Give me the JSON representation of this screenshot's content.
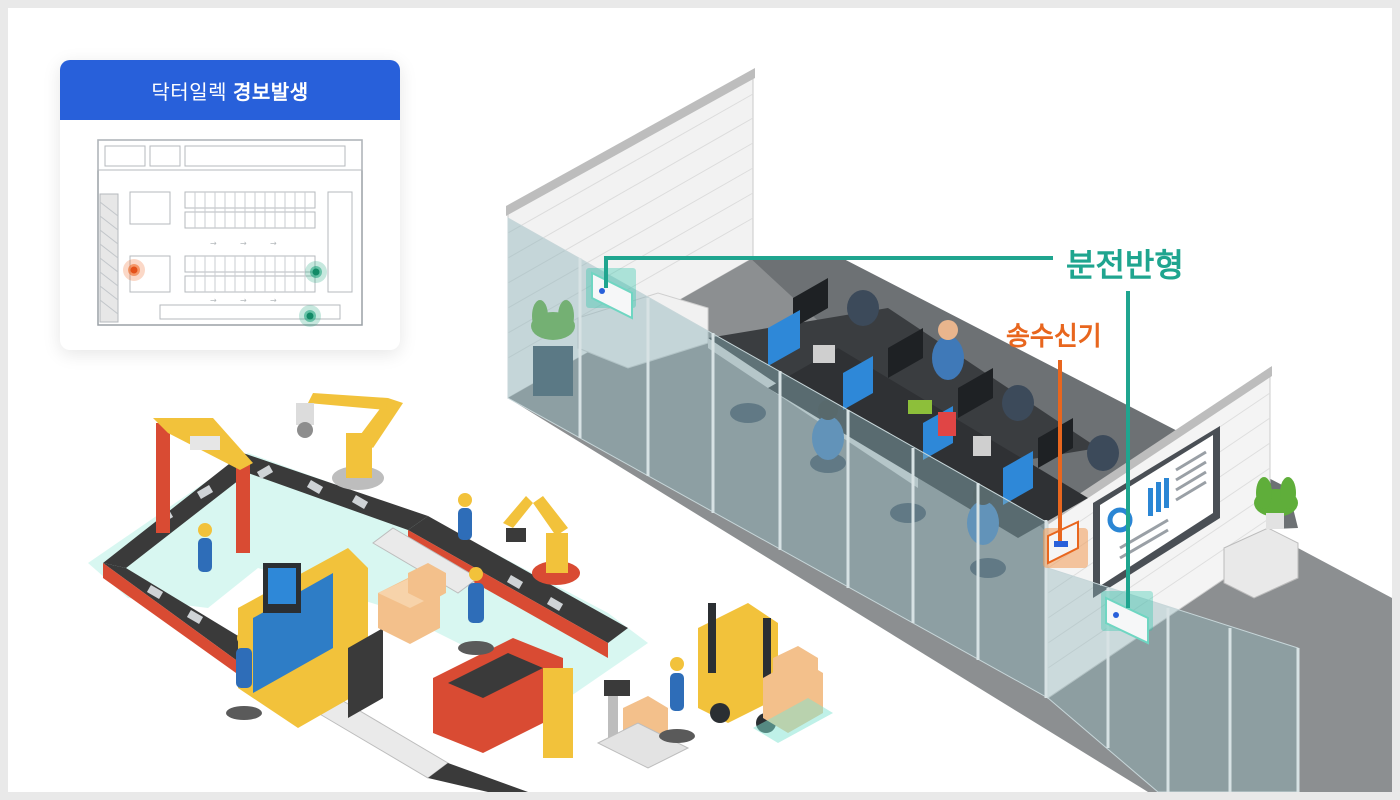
{
  "alert_card": {
    "title_normal": "닥터일렉",
    "title_bold": "경보발생",
    "map_icon": "floor-plan-map",
    "alarm_color": "#f0641e",
    "normal_color": "#1aa37a"
  },
  "labels": {
    "distributed_type": "분전반형",
    "transmitter": "송수신기"
  },
  "colors": {
    "header_blue": "#2860da",
    "teal": "#1fa58f",
    "orange": "#e8661e"
  },
  "icons": [
    "floor-plan-map",
    "alarm-marker-icon",
    "normal-marker-icon",
    "robot-arm-icon",
    "forklift-icon",
    "conveyor-belt-icon",
    "wall-sensor-icon",
    "transmitter-device-icon",
    "plant-icon",
    "worker-icon"
  ]
}
